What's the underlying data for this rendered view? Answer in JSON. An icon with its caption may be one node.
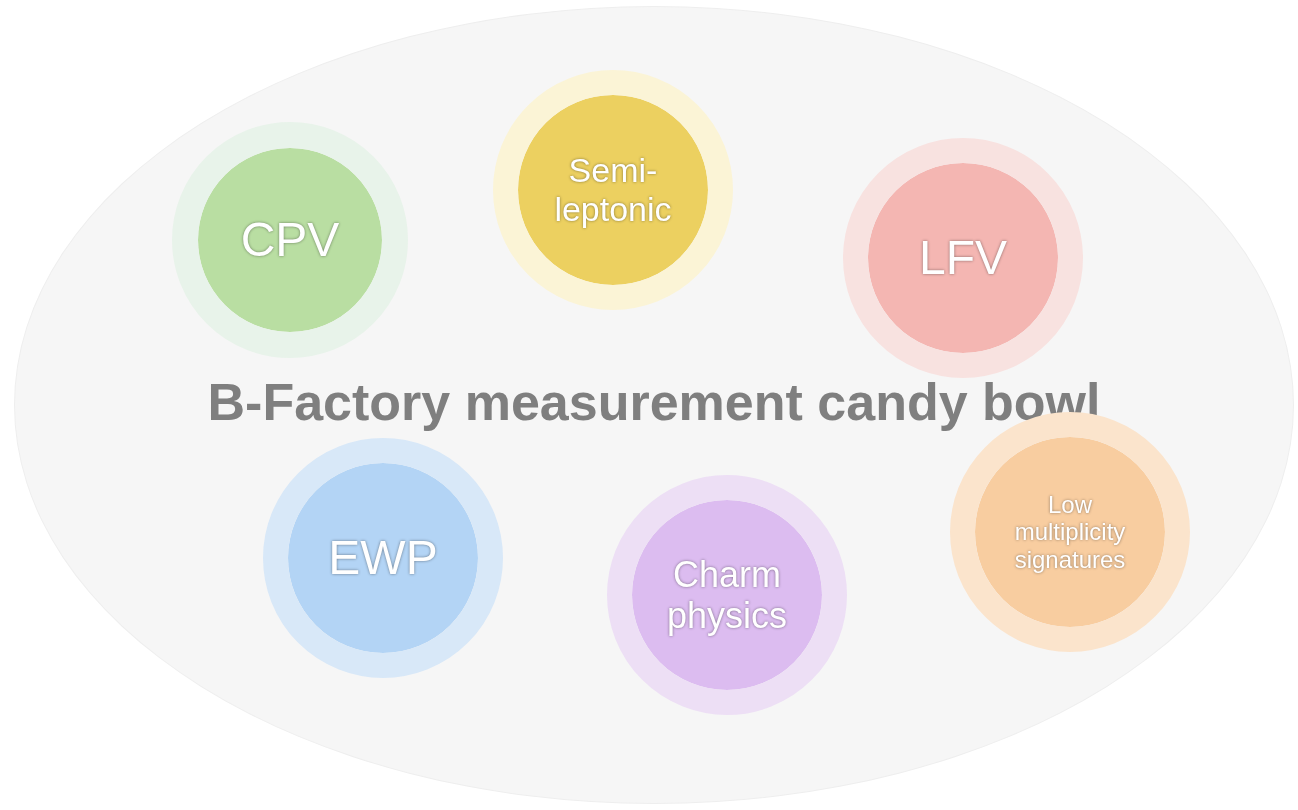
{
  "diagram": {
    "nodes": [
      {
        "text": [
          "B-Factory measurement candy bowl"
        ]
      },
      {
        "text": [
          "CPV"
        ],
        "in": 0
      },
      {
        "text": [
          "Semi-leptonic"
        ],
        "in": 0
      },
      {
        "text": [
          "LFV"
        ],
        "in": 0
      },
      {
        "text": [
          "EWP"
        ],
        "in": 0
      },
      {
        "text": [
          "Charm physics"
        ],
        "in": 0
      },
      {
        "text": [
          "Low multiplicity signatures"
        ],
        "in": 0
      }
    ],
    "edges": []
  }
}
